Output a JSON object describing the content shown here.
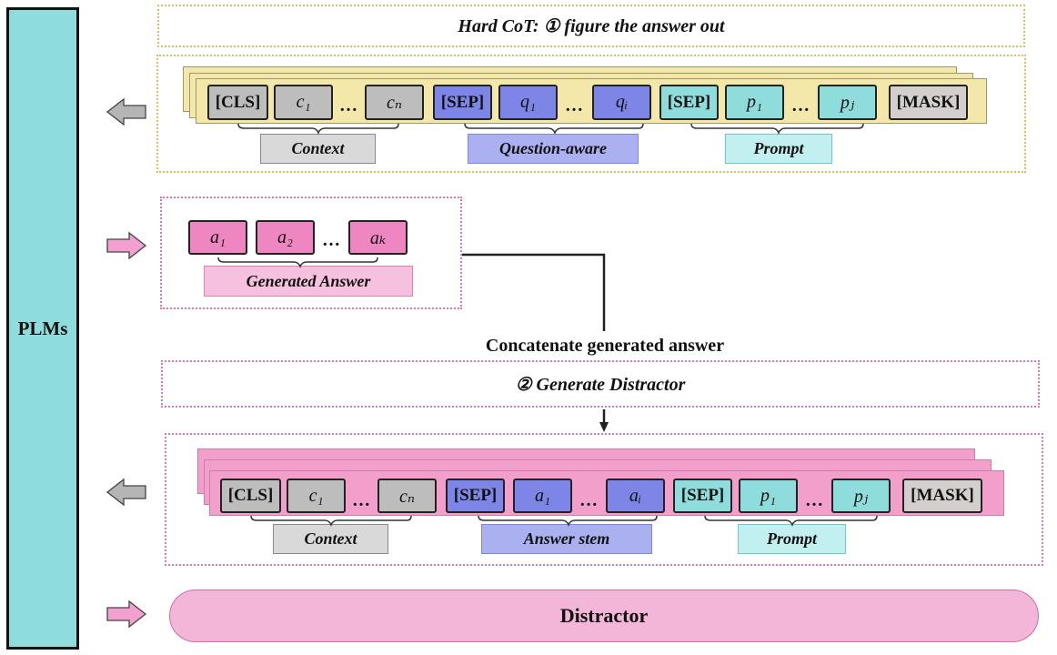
{
  "plms_label": "PLMs",
  "section1": {
    "title": "Hard CoT: ① figure the answer out",
    "tokens": [
      "[CLS]",
      "c₁",
      "…",
      "cₙ",
      "[SEP]",
      "q₁",
      "…",
      "qᵢ",
      "[SEP]",
      "p₁",
      "…",
      "pⱼ",
      "[MASK]"
    ],
    "labels": [
      "Context",
      "Question-aware",
      "Prompt"
    ]
  },
  "generated": {
    "tokens": [
      "a₁",
      "a₂",
      "…",
      "aₖ"
    ],
    "label": "Generated Answer"
  },
  "concat_text": "Concatenate generated answer",
  "section2": {
    "title": "② Generate Distractor",
    "tokens": [
      "[CLS]",
      "c₁",
      "…",
      "cₙ",
      "[SEP]",
      "a₁",
      "…",
      "aᵢ",
      "[SEP]",
      "p₁",
      "…",
      "pⱼ",
      "[MASK]"
    ],
    "labels": [
      "Context",
      "Answer stem",
      "Prompt"
    ]
  },
  "output_label": "Distractor",
  "colors": {
    "plms": "#8fdcdc",
    "context": "#bdbdbd",
    "question": "#7d85e6",
    "prompt": "#8fdcdc",
    "answer": "#ee86c2",
    "arrow_in": "#f2a0cf",
    "arrow_out": "#b5b5b5"
  }
}
